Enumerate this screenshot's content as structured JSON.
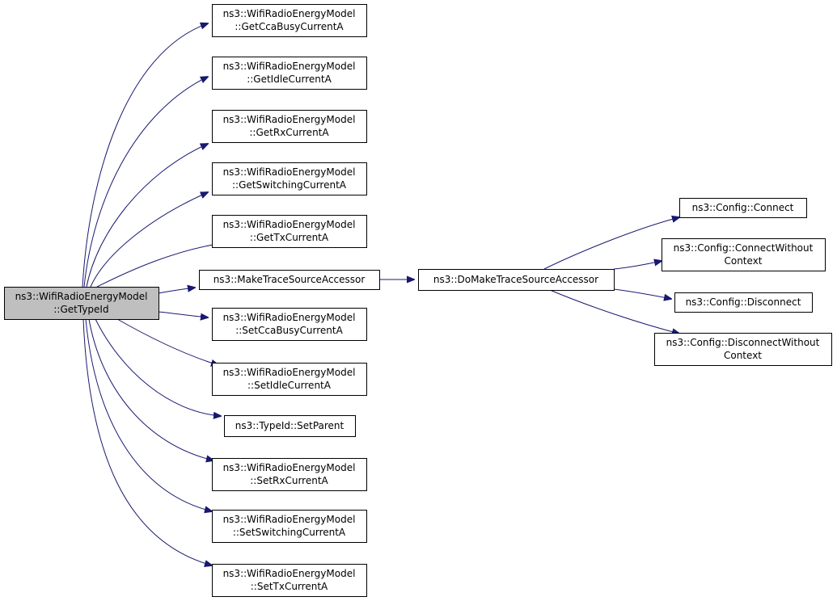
{
  "diagram": {
    "colors": {
      "edge": "#191970",
      "border": "#000000",
      "root_fill": "#bfbfbf",
      "node_fill": "#ffffff"
    },
    "nodes": [
      {
        "id": "root",
        "lines": [
          "ns3::WifiRadioEnergyModel",
          "::GetTypeId"
        ],
        "root": true
      },
      {
        "id": "getcca",
        "lines": [
          "ns3::WifiRadioEnergyModel",
          "::GetCcaBusyCurrentA"
        ]
      },
      {
        "id": "getidle",
        "lines": [
          "ns3::WifiRadioEnergyModel",
          "::GetIdleCurrentA"
        ]
      },
      {
        "id": "getrx",
        "lines": [
          "ns3::WifiRadioEnergyModel",
          "::GetRxCurrentA"
        ]
      },
      {
        "id": "getswitch",
        "lines": [
          "ns3::WifiRadioEnergyModel",
          "::GetSwitchingCurrentA"
        ]
      },
      {
        "id": "gettx",
        "lines": [
          "ns3::WifiRadioEnergyModel",
          "::GetTxCurrentA"
        ]
      },
      {
        "id": "maketrace",
        "lines": [
          "ns3::MakeTraceSourceAccessor"
        ]
      },
      {
        "id": "setcca",
        "lines": [
          "ns3::WifiRadioEnergyModel",
          "::SetCcaBusyCurrentA"
        ]
      },
      {
        "id": "setidle",
        "lines": [
          "ns3::WifiRadioEnergyModel",
          "::SetIdleCurrentA"
        ]
      },
      {
        "id": "setparent",
        "lines": [
          "ns3::TypeId::SetParent"
        ]
      },
      {
        "id": "setrx",
        "lines": [
          "ns3::WifiRadioEnergyModel",
          "::SetRxCurrentA"
        ]
      },
      {
        "id": "setswitch",
        "lines": [
          "ns3::WifiRadioEnergyModel",
          "::SetSwitchingCurrentA"
        ]
      },
      {
        "id": "settx",
        "lines": [
          "ns3::WifiRadioEnergyModel",
          "::SetTxCurrentA"
        ]
      },
      {
        "id": "domake",
        "lines": [
          "ns3::DoMakeTraceSourceAccessor"
        ]
      },
      {
        "id": "connect",
        "lines": [
          "ns3::Config::Connect"
        ]
      },
      {
        "id": "connectwo",
        "lines": [
          "ns3::Config::ConnectWithout",
          "Context"
        ]
      },
      {
        "id": "disconnect",
        "lines": [
          "ns3::Config::Disconnect"
        ]
      },
      {
        "id": "disconnectwo",
        "lines": [
          "ns3::Config::DisconnectWithout",
          "Context"
        ]
      }
    ],
    "edges": [
      {
        "from": "root",
        "to": "getcca"
      },
      {
        "from": "root",
        "to": "getidle"
      },
      {
        "from": "root",
        "to": "getrx"
      },
      {
        "from": "root",
        "to": "getswitch"
      },
      {
        "from": "root",
        "to": "gettx"
      },
      {
        "from": "root",
        "to": "maketrace"
      },
      {
        "from": "root",
        "to": "setcca"
      },
      {
        "from": "root",
        "to": "setidle"
      },
      {
        "from": "root",
        "to": "setparent"
      },
      {
        "from": "root",
        "to": "setrx"
      },
      {
        "from": "root",
        "to": "setswitch"
      },
      {
        "from": "root",
        "to": "settx"
      },
      {
        "from": "maketrace",
        "to": "domake"
      },
      {
        "from": "domake",
        "to": "connect"
      },
      {
        "from": "domake",
        "to": "connectwo"
      },
      {
        "from": "domake",
        "to": "disconnect"
      },
      {
        "from": "domake",
        "to": "disconnectwo"
      }
    ]
  }
}
